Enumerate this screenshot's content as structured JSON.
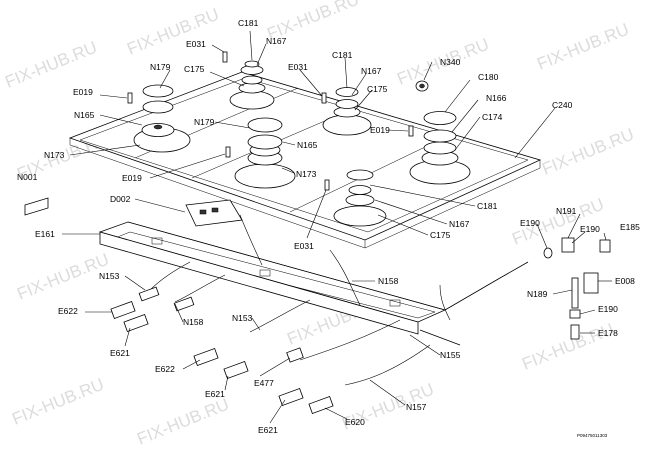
{
  "watermark": "FIX-HUB.RU",
  "drawing_code": "P09475011303",
  "labels": {
    "C181_top": "C181",
    "E031_top": "E031",
    "N167_top": "N167",
    "C181_mid": "C181",
    "N340": "N340",
    "N179_top": "N179",
    "C175_top": "C175",
    "E031_mid": "E031",
    "N167_mid": "N167",
    "C175_mid": "C175",
    "C180": "C180",
    "E019_top": "E019",
    "N166": "N166",
    "C240": "C240",
    "N165_left": "N165",
    "N179_mid": "N179",
    "E019_mid": "E019",
    "C174": "C174",
    "N165_mid": "N165",
    "N173_left": "N173",
    "N173_mid": "N173",
    "E019_low": "E019",
    "N001": "N001",
    "D002": "D002",
    "C181_low": "C181",
    "N167_low": "N167",
    "E161": "E161",
    "E031_low": "E031",
    "C175_low": "C175",
    "E190_l": "E190",
    "N191": "N191",
    "E190_r": "E190",
    "E185": "E185",
    "E008": "E008",
    "N153_top": "N153",
    "N158_right": "N158",
    "N189": "N189",
    "E190_low": "E190",
    "E622_top": "E622",
    "N158_left": "N158",
    "N153_mid": "N153",
    "E178": "E178",
    "E621_top": "E621",
    "N155": "N155",
    "E622_low": "E622",
    "E477": "E477",
    "E621_mid": "E621",
    "N157": "N157",
    "E621_low": "E621",
    "E620": "E620"
  }
}
